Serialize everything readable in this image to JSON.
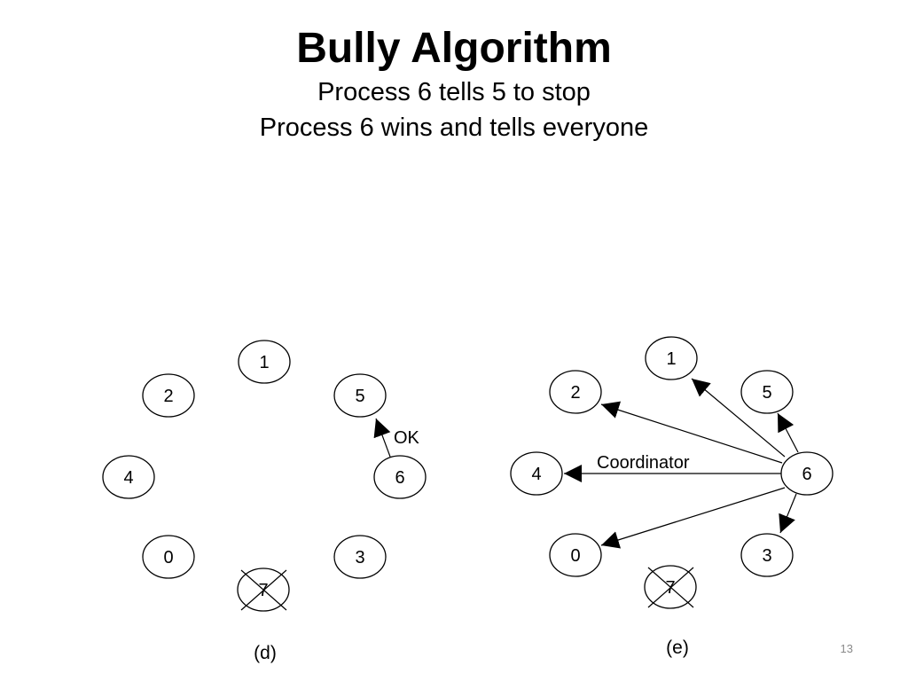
{
  "slide": {
    "title": "Bully Algorithm",
    "subtitles": [
      "Process 6 tells 5 to stop",
      "Process 6 wins and tells everyone"
    ],
    "page_number": "13"
  },
  "diagram_d": {
    "caption": "(d)",
    "nodes": [
      "1",
      "2",
      "5",
      "4",
      "6",
      "0",
      "3",
      "7"
    ],
    "crashed": "7",
    "edge_label": "OK"
  },
  "diagram_e": {
    "caption": "(e)",
    "nodes": [
      "1",
      "2",
      "5",
      "4",
      "6",
      "0",
      "3",
      "7"
    ],
    "crashed": "7",
    "edge_label": "Coordinator"
  }
}
